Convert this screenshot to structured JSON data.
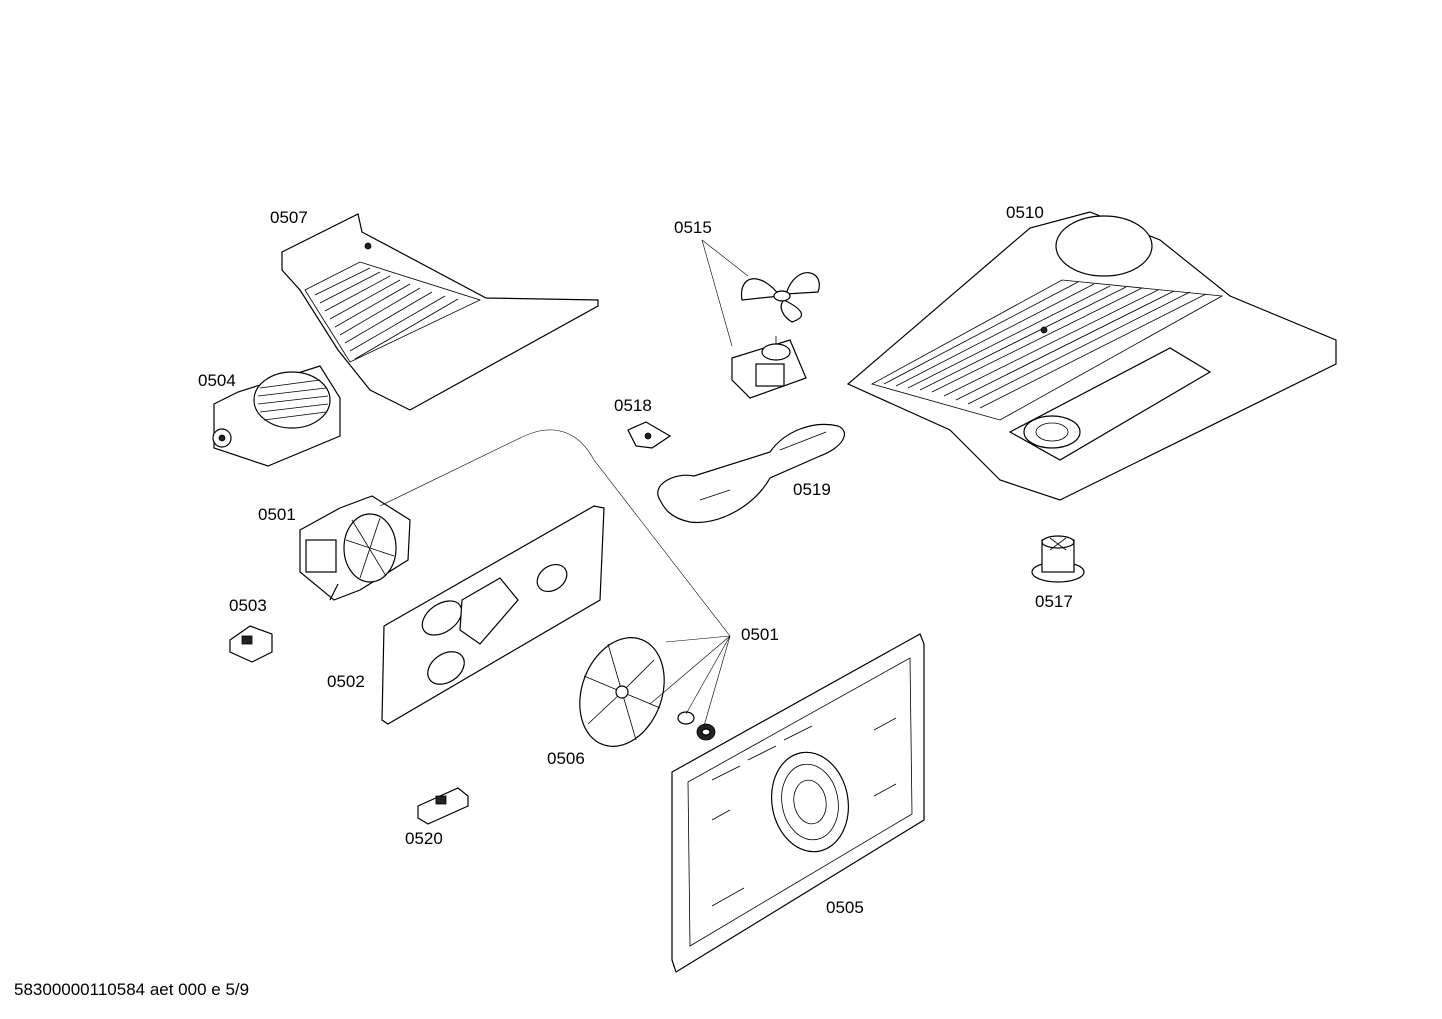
{
  "parts": [
    {
      "id": "p0507",
      "label": "0507"
    },
    {
      "id": "p0515",
      "label": "0515"
    },
    {
      "id": "p0510",
      "label": "0510"
    },
    {
      "id": "p0504",
      "label": "0504"
    },
    {
      "id": "p0518",
      "label": "0518"
    },
    {
      "id": "p0519",
      "label": "0519"
    },
    {
      "id": "p0501a",
      "label": "0501"
    },
    {
      "id": "p0503",
      "label": "0503"
    },
    {
      "id": "p0502",
      "label": "0502"
    },
    {
      "id": "p0501b",
      "label": "0501"
    },
    {
      "id": "p0506",
      "label": "0506"
    },
    {
      "id": "p0517",
      "label": "0517"
    },
    {
      "id": "p0520",
      "label": "0520"
    },
    {
      "id": "p0505",
      "label": "0505"
    }
  ],
  "footer": {
    "text": "58300000110584 aet 000 e 5/9"
  }
}
